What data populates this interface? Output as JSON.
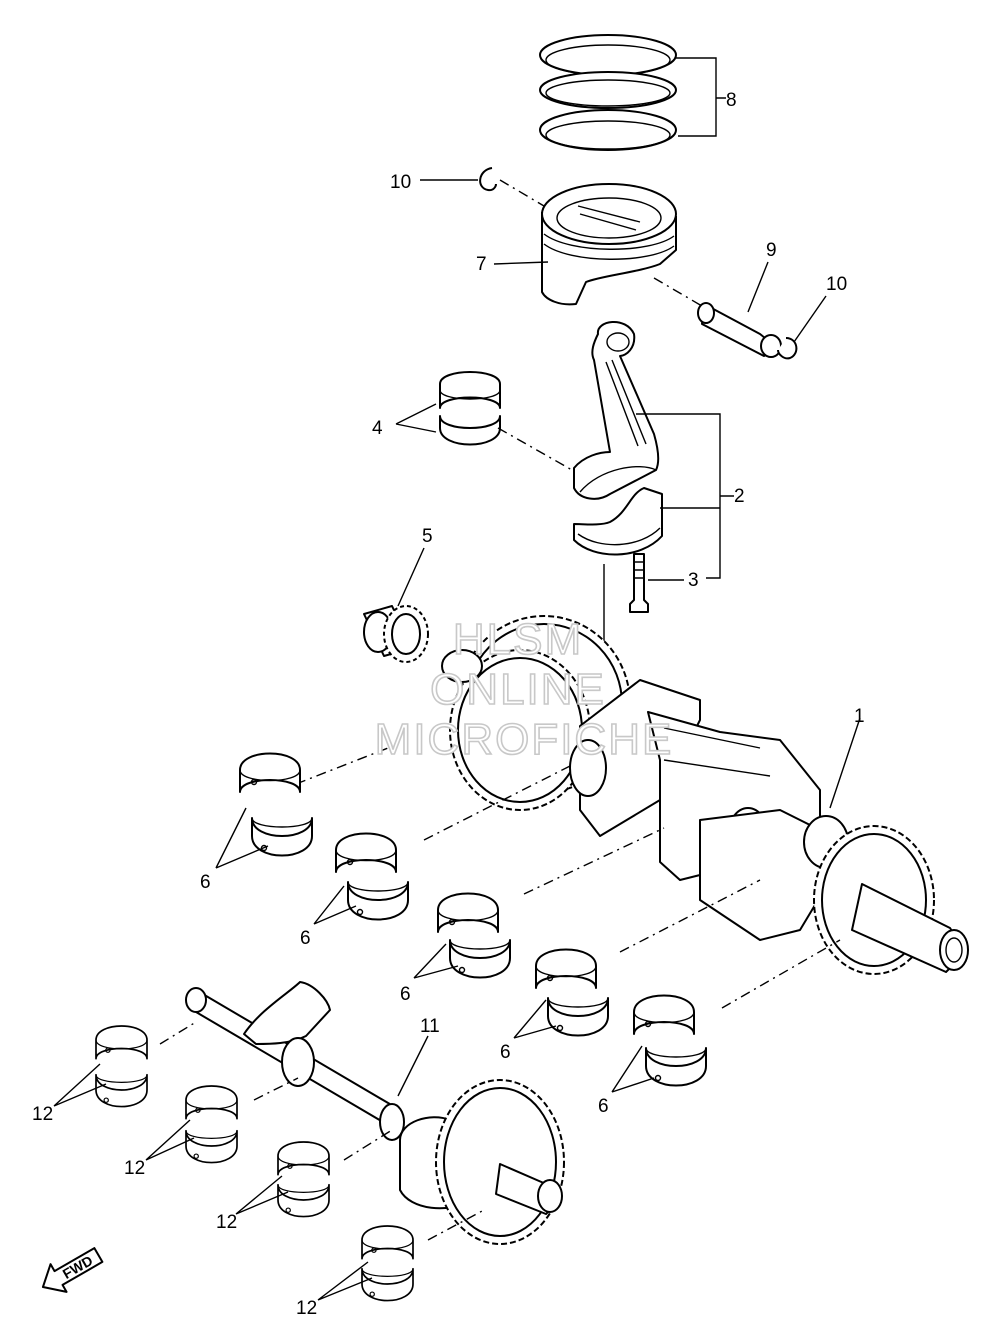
{
  "callouts": {
    "c1": "1",
    "c2": "2",
    "c3": "3",
    "c4": "4",
    "c5": "5",
    "c6": "6",
    "c7": "7",
    "c8": "8",
    "c9": "9",
    "c10": "10",
    "c11": "11",
    "c12": "12"
  },
  "watermark": {
    "line1": "HLSM",
    "line2": "ONLINE",
    "line3": "MICROFICHE"
  },
  "fwd_label": "FWD"
}
